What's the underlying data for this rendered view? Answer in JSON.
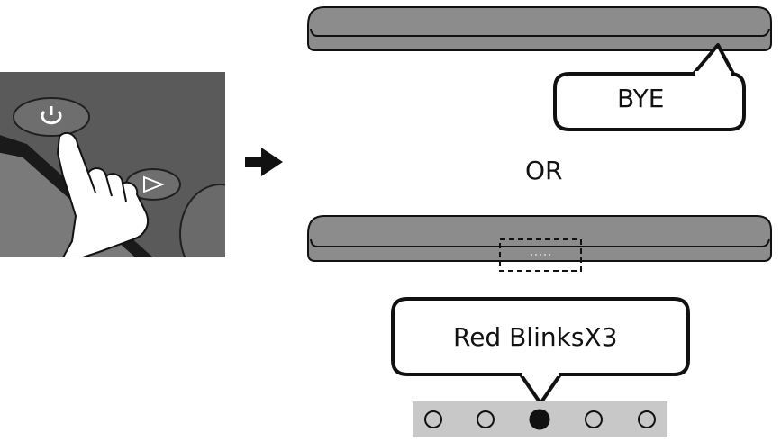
{
  "arrow": {
    "icon": "right-arrow-icon"
  },
  "power_button": {
    "icon": "power-icon"
  },
  "soundbar_display": {
    "message": "BYE"
  },
  "separator": {
    "text": "OR"
  },
  "soundbar_led": {
    "message": "Red BlinksX3"
  },
  "led_indicator": {
    "leds": [
      "off",
      "off",
      "on",
      "off",
      "off"
    ]
  },
  "colors": {
    "remote_body": "#5a5a5a",
    "soundbar": "#8c8c8c",
    "led_panel": "#c8c8c8",
    "outline": "#111111"
  }
}
